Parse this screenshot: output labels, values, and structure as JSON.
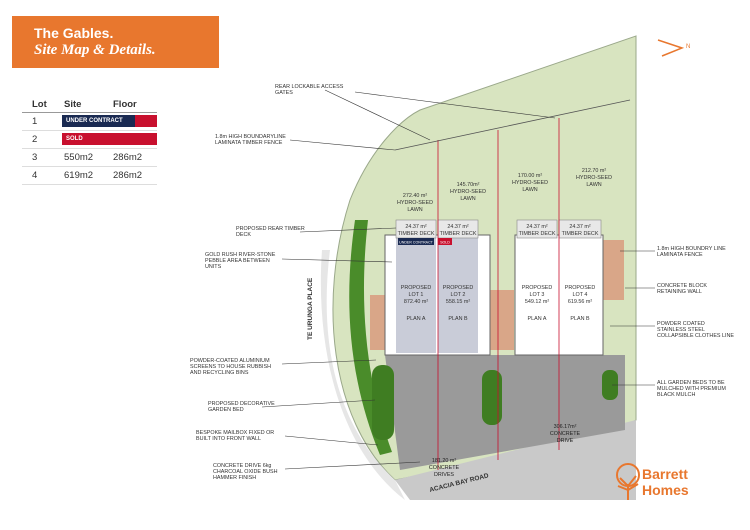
{
  "header": {
    "line1": "The Gables.",
    "line2": "Site Map & Details."
  },
  "table": {
    "headers": [
      "Lot",
      "Site",
      "Floor"
    ],
    "rows": [
      {
        "lot": "1",
        "status": "UNDER CONTRACT"
      },
      {
        "lot": "2",
        "status": "SOLD"
      },
      {
        "lot": "3",
        "site": "550m2",
        "floor": "286m2"
      },
      {
        "lot": "4",
        "site": "619m2",
        "floor": "286m2"
      }
    ]
  },
  "areas": {
    "lawn1": [
      "272.40 m²",
      "HYDRO-SEED",
      "LAWN"
    ],
    "lawn2": [
      "145.70m²",
      "HYDRO-SEED",
      "LAWN"
    ],
    "lawn3": [
      "170.00 m²",
      "HYDRO-SEED",
      "LAWN"
    ],
    "lawn4": [
      "212.70 m²",
      "HYDRO-SEED",
      "LAWN"
    ],
    "deck": [
      "24.37 m²",
      "TIMBER DECK"
    ],
    "lot1": [
      "PROPOSED",
      "LOT 1",
      "872.40 m²",
      "PLAN A"
    ],
    "lot2": [
      "PROPOSED",
      "LOT 2",
      "558.15 m²",
      "PLAN B"
    ],
    "lot3": [
      "PROPOSED",
      "LOT 3",
      "549.12 m²",
      "PLAN A"
    ],
    "lot4": [
      "PROPOSED",
      "LOT 4",
      "619.56 m²",
      "PLAN B"
    ],
    "drive_left": [
      "181.20 m²",
      "CONCRETE",
      "DRIVES"
    ],
    "drive_right": [
      "306.17m²",
      "CONCRETE",
      "DRIVE"
    ],
    "under_contract_tag": "UNDER CONTRACT",
    "sold_tag": "SOLD"
  },
  "roads": {
    "te_urunga": "TE URUNGA PLACE",
    "acacia": "ACACIA BAY ROAD"
  },
  "callouts_left": {
    "rear_gates": [
      "REAR LOCKABLE ACCESS",
      "GATES"
    ],
    "fence": [
      "1.8m HIGH BOUNDARYLINE",
      "LAMINATA TIMBER FENCE"
    ],
    "rear_deck": [
      "PROPOSED REAR TIMBER",
      "DECK"
    ],
    "river_stone": [
      "GOLD RUSH RIVER-STONE",
      "PEBBLE AREA BETWEEN",
      "UNITS"
    ],
    "screens": [
      "POWDER-COATED ALUMINIUM",
      "SCREENS TO HOUSE RUBBISH",
      "AND RECYCLING BINS"
    ],
    "garden": [
      "PROPOSED DECORATIVE",
      "GARDEN BED"
    ],
    "mailbox": [
      "BESPOKE MAILBOX FIXED OR",
      "BUILT INTO FRONT WALL"
    ],
    "concrete": [
      "CONCRETE DRIVE 6kg",
      "CHARCOAL OXIDE BUSH",
      "HAMMER FINISH"
    ]
  },
  "callouts_right": {
    "boundary_fence": [
      "1.8m HIGH BOUNDRY LINE",
      "LAMINATA FENCE"
    ],
    "retaining": [
      "CONCRETE BLOCK",
      "RETAINING WALL"
    ],
    "clothesline": [
      "POWDER COATED",
      "STAINLESS STEEL",
      "COLLAPSIBLE CLOTHES LINE"
    ],
    "beds": [
      "ALL GARDEN BEDS TO BE",
      "MULCHED WITH PREMIUM",
      "BLACK MULCH"
    ]
  },
  "north": "N",
  "brand": {
    "line1": "Barrett",
    "line2": "Homes"
  },
  "colors": {
    "orange": "#e8772e",
    "navy": "#1a2a52",
    "red": "#c8102e",
    "lawn": "#d8e4c0",
    "paving": "#9a9a9a",
    "garden": "#4a8c2a"
  }
}
